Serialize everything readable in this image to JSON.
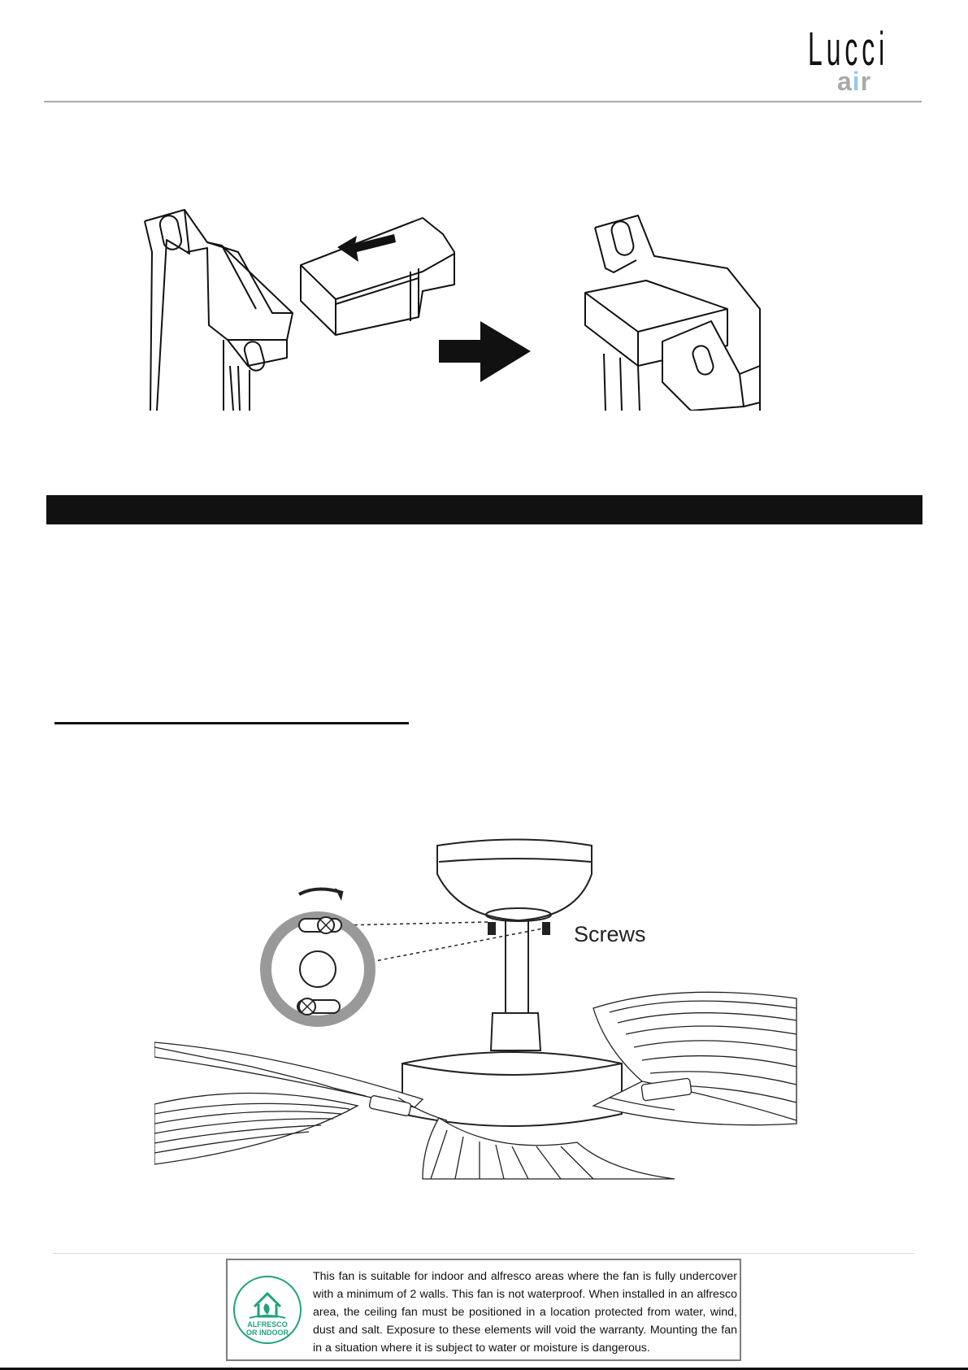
{
  "header": {
    "logo_word": "Lucci",
    "logo_sub_a": "a",
    "logo_sub_i": "i",
    "logo_sub_r": "r"
  },
  "figure_bottom": {
    "screws_label": "Screws"
  },
  "notice": {
    "badge_line1": "ALFRESCO",
    "badge_line2": "OR INDOOR",
    "text": "This fan is suitable for indoor and alfresco areas where the fan is fully undercover with a minimum of 2 walls. This fan is not waterproof. When installed in an alfresco area, the ceiling fan must be positioned in a location protected from water, wind, dust and salt. Exposure to these elements will void the warranty. Mounting the fan in a situation where it is subject to water or moisture is dangerous.",
    "badge_color": "#1fa37a"
  },
  "colors": {
    "section_bar": "#111111",
    "logo_air": "#a9a9ab",
    "logo_i": "#8fcbe8"
  }
}
